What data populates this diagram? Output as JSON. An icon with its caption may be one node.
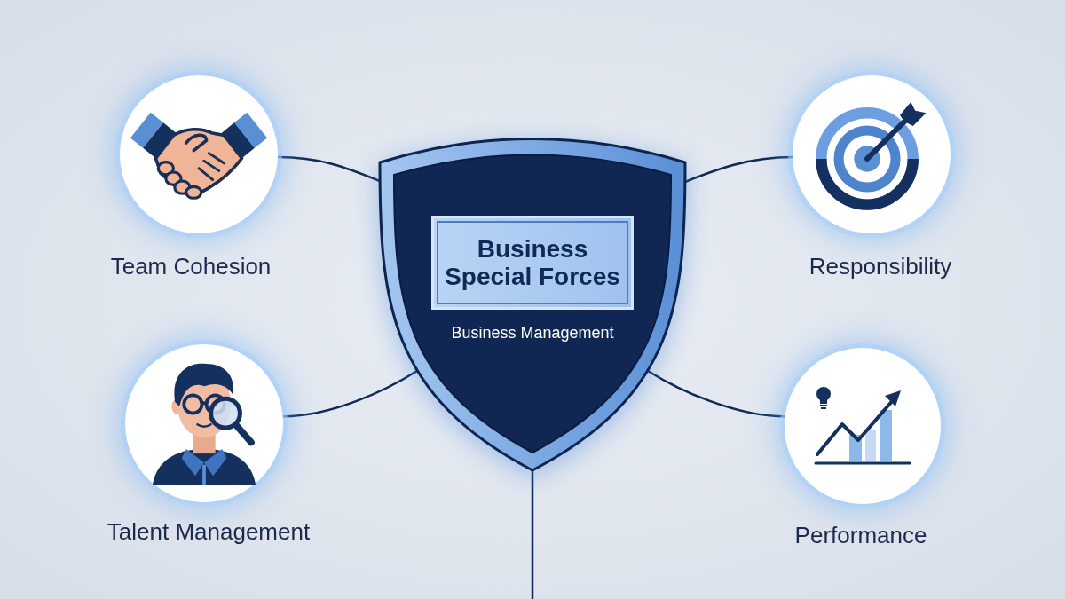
{
  "diagram": {
    "nodes": [
      {
        "text": [
          "Team Cohesion"
        ]
      },
      {
        "text": [
          "Business Management"
        ]
      },
      {
        "text": [
          "Business Special Forces"
        ],
        "in": 1
      },
      {
        "text": [
          "Responsibility"
        ]
      },
      {
        "text": [
          "Talent Management"
        ]
      },
      {
        "text": [
          "Performance"
        ]
      }
    ],
    "edges": [
      {
        "from": 0,
        "to": 1,
        "arrow": "none"
      },
      {
        "from": 1,
        "to": 3,
        "arrow": "none"
      },
      {
        "from": 4,
        "to": 1,
        "arrow": "none"
      },
      {
        "from": 1,
        "to": 5,
        "arrow": "none"
      },
      {
        "from": 1,
        "to": null,
        "arrow": "none"
      }
    ]
  }
}
